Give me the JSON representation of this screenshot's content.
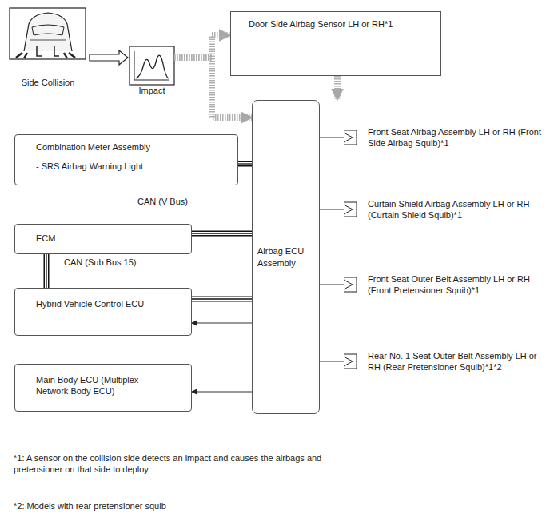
{
  "diagram": {
    "nodes": [
      {
        "text": [
          "Side Collision"
        ]
      },
      {
        "text": [
          "Impact"
        ]
      },
      {
        "text": [
          "Door Side Airbag Sensor LH or RH*1"
        ]
      },
      {
        "text": [
          "Combination Meter Assembly",
          "- SRS Airbag Warning Light"
        ]
      },
      {
        "text": [
          "Airbag ECU Assembly"
        ]
      },
      {
        "text": [
          "ECM"
        ]
      },
      {
        "text": [
          "Hybrid Vehicle Control ECU"
        ]
      },
      {
        "text": [
          "Main Body ECU (Multiplex Network Body ECU)"
        ]
      },
      {
        "text": [
          "Front Seat Airbag Assembly LH or RH (Front Side Airbag Squib)*1"
        ]
      },
      {
        "text": [
          "Curtain Shield Airbag Assembly LH or RH (Curtain Shield Squib)*1"
        ]
      },
      {
        "text": [
          "Front Seat Outer Belt Assembly LH or RH (Front Pretensioner Squib)*1"
        ]
      },
      {
        "text": [
          "Rear No. 1 Seat Outer Belt Assembly LH or RH (Rear Pretensioner Squib)*1*2"
        ]
      }
    ],
    "edges": [
      {
        "from": 0,
        "to": 1,
        "arrow": "to"
      },
      {
        "from": 1,
        "to": 2,
        "arrow": "to"
      },
      {
        "from": 1,
        "to": 4,
        "arrow": "to"
      },
      {
        "from": 2,
        "to": 4,
        "arrow": "to"
      },
      {
        "from": 3,
        "to": 4,
        "arrow": "none",
        "label": "CAN (V Bus)"
      },
      {
        "from": 5,
        "to": 4,
        "arrow": "none"
      },
      {
        "from": 6,
        "to": 4,
        "arrow": "none"
      },
      {
        "from": 5,
        "to": 6,
        "arrow": "none",
        "label": "CAN (Sub Bus 15)"
      },
      {
        "from": 4,
        "to": 6,
        "arrow": "to"
      },
      {
        "from": 4,
        "to": 7,
        "arrow": "to"
      },
      {
        "from": 4,
        "to": 8,
        "arrow": "none"
      },
      {
        "from": 4,
        "to": 9,
        "arrow": "none"
      },
      {
        "from": 4,
        "to": 10,
        "arrow": "none"
      },
      {
        "from": 4,
        "to": 11,
        "arrow": "none"
      }
    ],
    "labels": [
      "*1: A sensor on the collision side detects an impact and causes the airbags and pretensioner on that side to deploy.",
      "*2: Models with rear pretensioner squib"
    ]
  }
}
